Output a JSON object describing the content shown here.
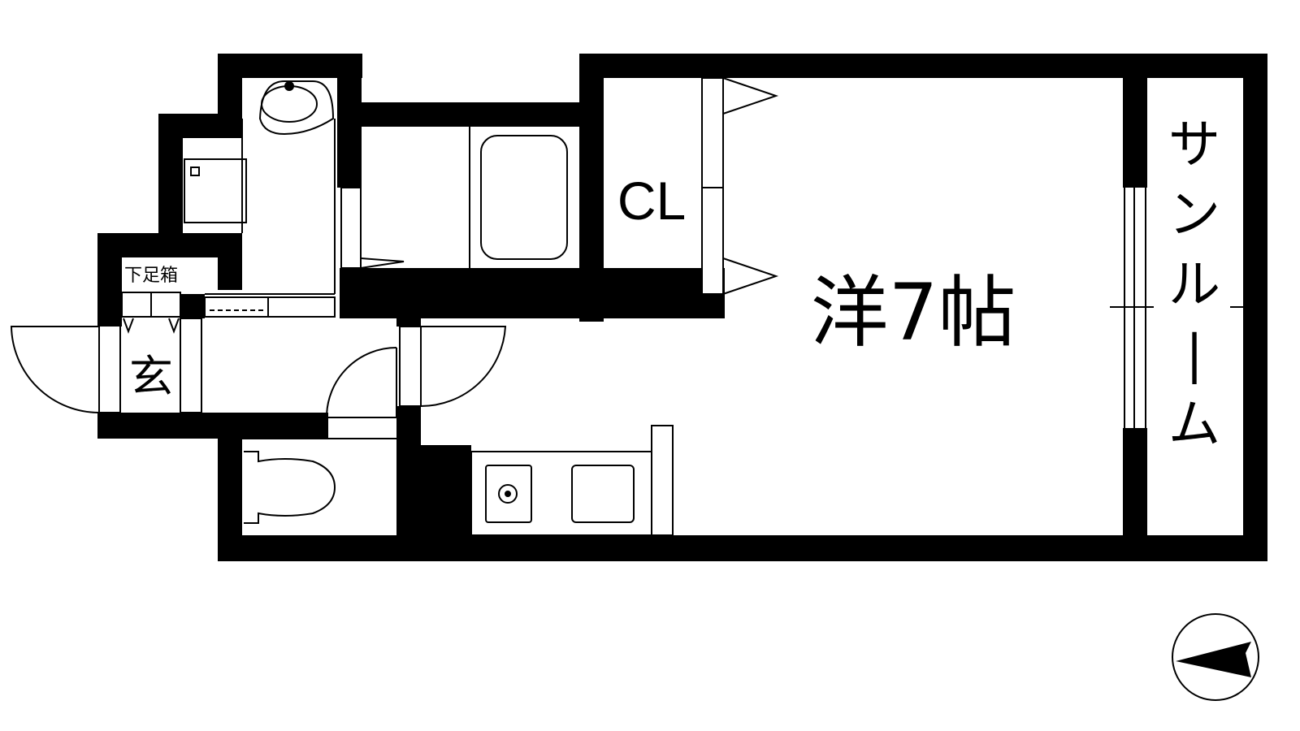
{
  "floor_plan": {
    "rooms": {
      "western_room": "洋7帖",
      "closet": "CL",
      "sunroom": "サンルーム",
      "entrance": "玄"
    },
    "fixtures": {
      "shoe_cabinet": "下足箱"
    },
    "compass_icon": "north-arrow-icon",
    "colors": {
      "wall": "#000000",
      "background": "#ffffff"
    }
  }
}
